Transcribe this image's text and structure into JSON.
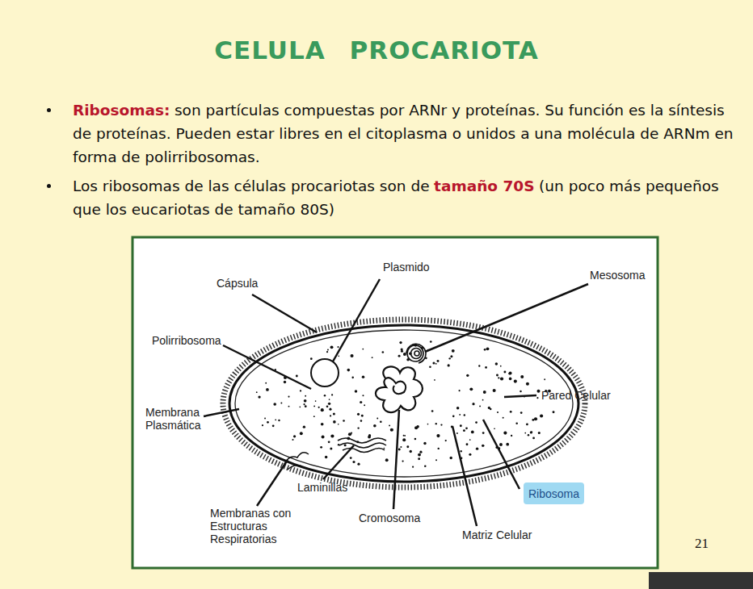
{
  "diagram": {
    "title": "CELULA PROCARIOTA",
    "nodes": [
      {
        "text": [
          "Ribosoma"
        ]
      }
    ],
    "labels": [
      "Ribosomas:",
      "son partículas compuestas por ARNr y proteínas. Su función es la síntesis de proteínas. Pueden estar libres en el citoplasma o unidos a una molécula de ARNm en forma de polirribosomas.",
      "Los ribosomas de las células procariotas son de",
      "tamaño 70S",
      "(un poco más pequeños que los eucariotas de tamaño 80S)",
      "Plasmido",
      "Cápsula",
      "Mesosoma",
      "Polirribosoma",
      "Pared Celular",
      "Membrana Plasmática",
      "Laminillas",
      "Membranas con Estructuras Respiratorias",
      "Cromosoma",
      "Matriz Celular",
      "21"
    ]
  }
}
